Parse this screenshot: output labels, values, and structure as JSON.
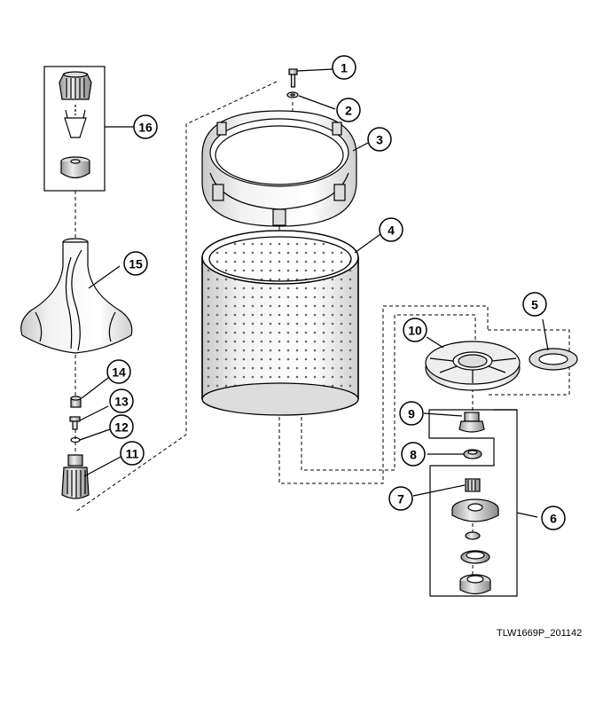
{
  "drawing_code": "TLW1669P_201142",
  "callouts": [
    {
      "id": 1,
      "label": "1"
    },
    {
      "id": 2,
      "label": "2"
    },
    {
      "id": 3,
      "label": "3"
    },
    {
      "id": 4,
      "label": "4"
    },
    {
      "id": 5,
      "label": "5"
    },
    {
      "id": 6,
      "label": "6"
    },
    {
      "id": 7,
      "label": "7"
    },
    {
      "id": 8,
      "label": "8"
    },
    {
      "id": 9,
      "label": "9"
    },
    {
      "id": 10,
      "label": "10"
    },
    {
      "id": 11,
      "label": "11"
    },
    {
      "id": 12,
      "label": "12"
    },
    {
      "id": 13,
      "label": "13"
    },
    {
      "id": 14,
      "label": "14"
    },
    {
      "id": 15,
      "label": "15"
    },
    {
      "id": 16,
      "label": "16"
    }
  ],
  "colors": {
    "line": "#000000",
    "background": "#ffffff",
    "shade": "#d9d9d9",
    "perforation": "#666666"
  }
}
